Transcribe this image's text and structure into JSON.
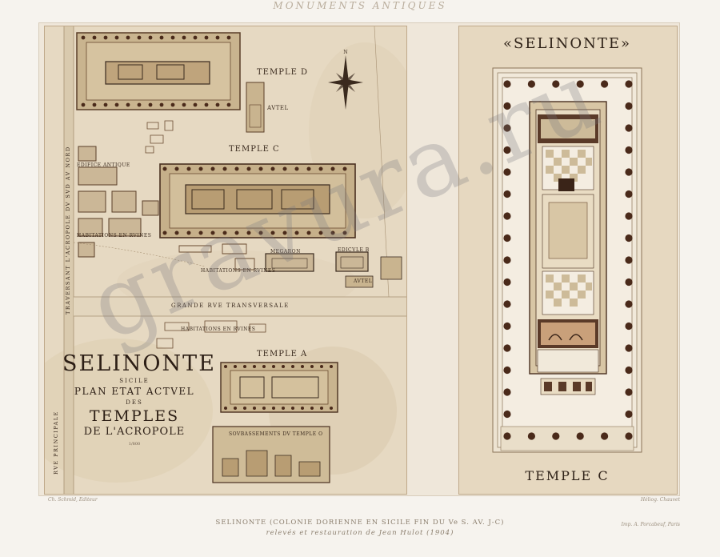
{
  "header": {
    "title": "MONUMENTS ANTIQUES"
  },
  "plan": {
    "labels": {
      "temple_d": "TEMPLE D",
      "autel_top": "AVTEL",
      "temple_c": "TEMPLE C",
      "edifice_antique": "EDIFICE ANTIQUE",
      "habitations_1": "HABITATIONS EN RVINES",
      "habitations_2": "HABITATIONS EN RVINES",
      "habitations_3": "HABITATIONS EN RVINES",
      "megaron": "MEGARON",
      "edicule_b": "EDICVLE B",
      "autel_mid": "AVTEL",
      "grande_rue": "GRANDE RVE TRANSVERSALE",
      "temple_a": "TEMPLE A",
      "soubassements": "SOVBASSEMENTS DV TEMPLE O",
      "rue_principale": "RVE PRINCIPALE",
      "traversant": "TRAVERSANT L'ACROPOLE DV SVD AV NORD"
    },
    "title_block": {
      "line1": "SELINONTE",
      "line2": "SICILE",
      "line3": "PLAN ETAT ACTVEL",
      "line4": "DES",
      "line5": "TEMPLES",
      "line6": "DE L'ACROPOLE",
      "scale": "1/800"
    }
  },
  "restoration": {
    "title": "«SELINONTE»",
    "subtitle": "TEMPLE C"
  },
  "footer": {
    "main": "SELINONTE (COLONIE DORIENNE EN SICILE FIN DU Ve S. AV. J-C)",
    "sub": "relevés et restauration de Jean Hulot (1904)",
    "editor": "Ch. Schmid, Editeur",
    "engraver": "Héliog. Chauvet",
    "printer": "Imp. A. Porcabeuf, Paris"
  },
  "watermark": {
    "text": "gravura.ru"
  },
  "colors": {
    "ink": "#3a2a1e",
    "paper": "#e7dbc5",
    "stone": "#c9b48f",
    "column": "#4a2a1a"
  }
}
